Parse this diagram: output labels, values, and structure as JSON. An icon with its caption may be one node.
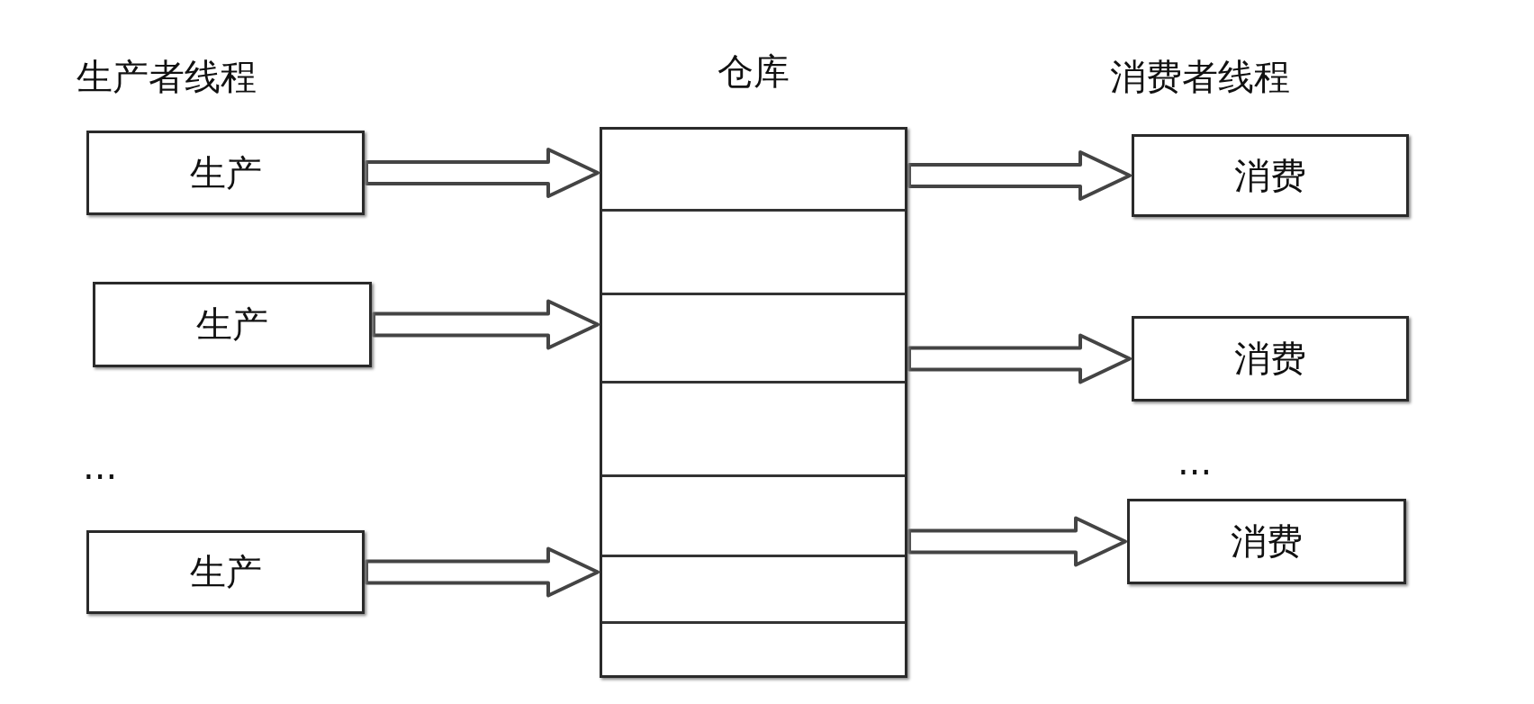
{
  "diagram": {
    "nodes": [
      {
        "text": [
          "生产"
        ]
      },
      {
        "text": [
          "生产"
        ]
      },
      {
        "text": [
          "生产"
        ]
      },
      {
        "text": [
          "仓库"
        ]
      },
      {
        "text": [
          "消费"
        ]
      },
      {
        "text": [
          "消费"
        ]
      },
      {
        "text": [
          "消费"
        ]
      }
    ],
    "edges": [
      {
        "from": 0,
        "to": 3,
        "arrow": "to",
        "style": "thick"
      },
      {
        "from": 1,
        "to": 3,
        "arrow": "to",
        "style": "thick"
      },
      {
        "from": 2,
        "to": 3,
        "arrow": "to",
        "style": "thick"
      },
      {
        "from": 3,
        "to": 4,
        "arrow": "to",
        "style": "thick"
      },
      {
        "from": 3,
        "to": 5,
        "arrow": "to",
        "style": "thick"
      },
      {
        "from": 3,
        "to": 6,
        "arrow": "to",
        "style": "thick"
      }
    ],
    "labels": [
      "生产者线程",
      "消费者线程",
      "...",
      "..."
    ]
  }
}
